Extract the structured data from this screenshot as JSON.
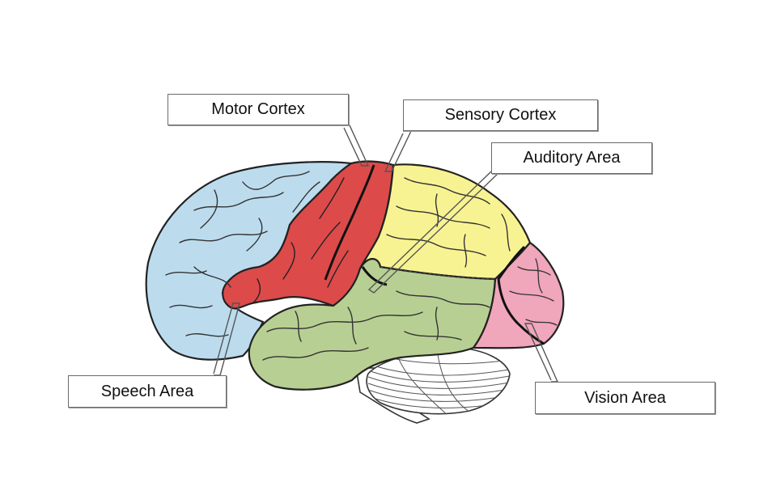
{
  "labels": {
    "motor": "Motor Cortex",
    "sensory": "Sensory Cortex",
    "auditory": "Auditory Area",
    "speech": "Speech Area",
    "vision": "Vision Area"
  },
  "colors": {
    "frontal_lobe": "#bcdcee",
    "motor_cortex": "#dd4a4a",
    "sensory_cortex": "#f8f392",
    "temporal_lobe": "#b8cf93",
    "occipital_lobe": "#f0a6bb",
    "cerebellum": "#ffffff",
    "outline": "#222222"
  }
}
